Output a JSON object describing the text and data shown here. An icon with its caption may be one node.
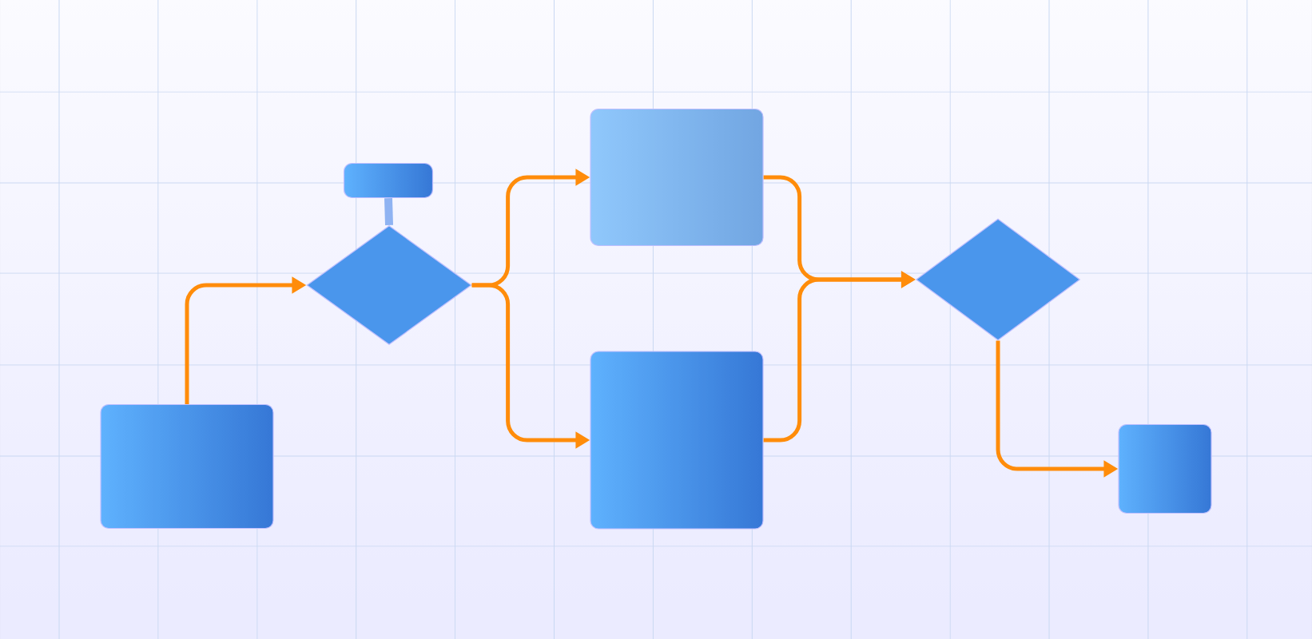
{
  "diagram": {
    "nodes": [
      {
        "text": [],
        "shape": "box"
      },
      {
        "text": [],
        "shape": "box"
      },
      {
        "text": [],
        "shape": "diamond"
      },
      {
        "text": [],
        "shape": "box"
      },
      {
        "text": [],
        "shape": "box"
      },
      {
        "text": [],
        "shape": "diamond"
      },
      {
        "text": [],
        "shape": "box"
      }
    ],
    "edges": [
      {
        "from": 0,
        "to": 2,
        "arrow": "to"
      },
      {
        "from": 1,
        "to": 2,
        "arrow": "none",
        "style": "thick",
        "color": "#8fb3f2"
      },
      {
        "from": 2,
        "to": 3,
        "arrow": "to"
      },
      {
        "from": 2,
        "to": 4,
        "arrow": "to"
      },
      {
        "from": 3,
        "to": 5,
        "arrow": "to"
      },
      {
        "from": 4,
        "to": 5,
        "arrow": "to"
      },
      {
        "from": 5,
        "to": 6,
        "arrow": "to"
      }
    ]
  }
}
